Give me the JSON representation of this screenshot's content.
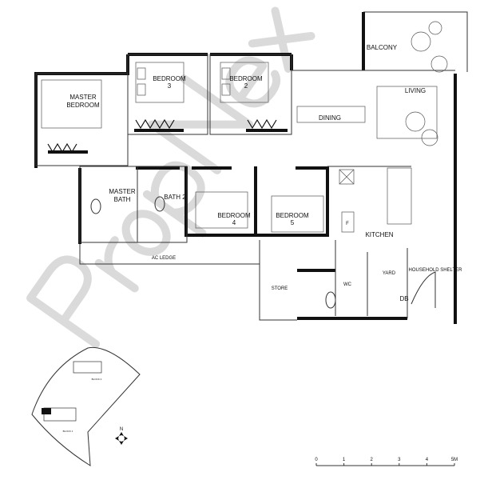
{
  "rooms": {
    "balcony": "BALCONY",
    "living": "LIVING",
    "dining": "DINING",
    "bedroom3": [
      "BEDROOM",
      "3"
    ],
    "bedroom2": [
      "BEDROOM",
      "2"
    ],
    "master_bedroom": [
      "MASTER",
      "BEDROOM"
    ],
    "master_bath": [
      "MASTER",
      "BATH"
    ],
    "bath2": "BATH 2",
    "bedroom4": [
      "BEDROOM",
      "4"
    ],
    "bedroom5": [
      "BEDROOM",
      "5"
    ],
    "kitchen": "KITCHEN",
    "fridge": "F",
    "db": "DB",
    "ac_ledge": "AC LEDGE",
    "store": "STORE",
    "wc": "WC",
    "yard": "YARD",
    "shelter": "HOUSEHOLD SHELTER"
  },
  "key_plan": {
    "block1": "BLOCK 1",
    "block2": "BLOCK 2",
    "north": "N"
  },
  "scale_bar": {
    "ticks": [
      "0",
      "1",
      "2",
      "3",
      "4",
      "5M"
    ]
  },
  "watermark": "PropNex",
  "colors": {
    "wall": "#111111",
    "watermark": "#bdbdbd",
    "highlight_unit": "#111111"
  }
}
